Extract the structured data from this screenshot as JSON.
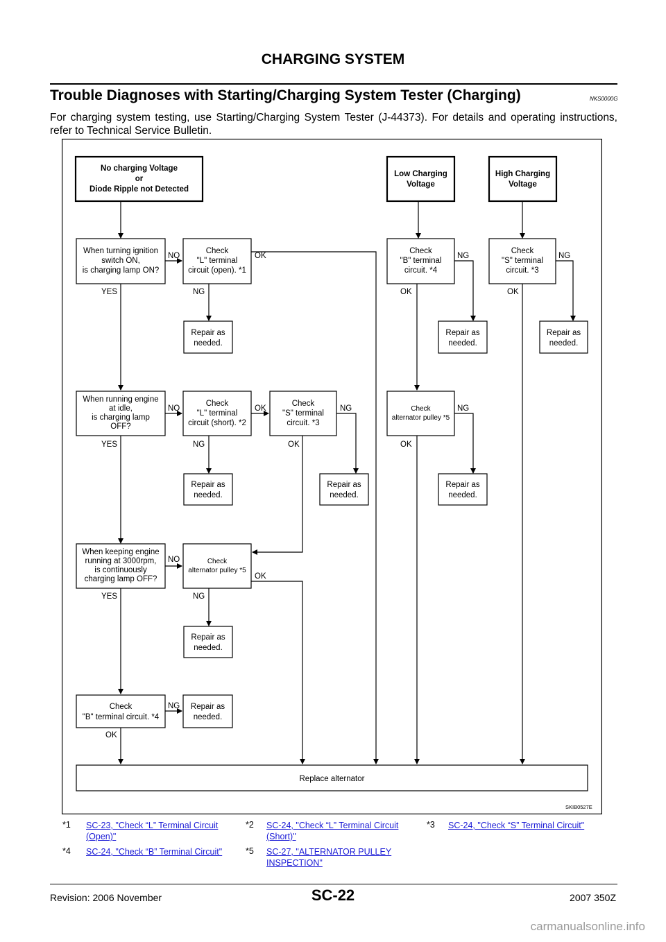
{
  "header": {
    "page_title": "CHARGING SYSTEM"
  },
  "section": {
    "title": "Trouble Diagnoses with Starting/Charging System Tester (Charging)",
    "code": "NKS0000G",
    "intro": "For charging system testing, use Starting/Charging System Tester (J-44373). For details and operating instructions, refer to Technical Service Bulletin."
  },
  "flowchart": {
    "boxes": {
      "start_no_voltage": [
        "No charging Voltage",
        "or",
        "Diode Ripple not Detected"
      ],
      "start_low": [
        "Low Charging",
        "Voltage"
      ],
      "start_high": [
        "High Charging",
        "Voltage"
      ],
      "q1": [
        "When turning ignition",
        "switch ON,",
        "is charging lamp ON?"
      ],
      "check_l_open": [
        "Check",
        "\"L\" terminal",
        "circuit (open). *1"
      ],
      "check_b_low": [
        "Check",
        "\"B\" terminal",
        "circuit. *4"
      ],
      "check_s_high": [
        "Check",
        "\"S\" terminal",
        "circuit. *3"
      ],
      "repair_1": [
        "Repair as",
        "needed."
      ],
      "repair_2": [
        "Repair as",
        "needed."
      ],
      "repair_3": [
        "Repair as",
        "needed."
      ],
      "q2": [
        "When running engine",
        "at idle,",
        "is charging lamp",
        "OFF?"
      ],
      "check_l_short": [
        "Check",
        "\"L\" terminal",
        "circuit (short). *2"
      ],
      "check_s_q2": [
        "Check",
        "\"S\" terminal",
        "circuit. *3"
      ],
      "check_pulley_low": [
        "Check",
        "alternator pulley *5"
      ],
      "repair_4": [
        "Repair as",
        "needed."
      ],
      "repair_5": [
        "Repair as",
        "needed."
      ],
      "repair_6": [
        "Repair as",
        "needed."
      ],
      "q3": [
        "When keeping engine",
        "running at 3000rpm,",
        "is continuously",
        "charging lamp OFF?"
      ],
      "check_pulley_q3": [
        "Check",
        "alternator pulley *5"
      ],
      "repair_7": [
        "Repair as",
        "needed."
      ],
      "check_b_final": [
        "Check",
        "\"B\" terminal circuit. *4"
      ],
      "repair_8": [
        "Repair as",
        "needed."
      ],
      "replace": [
        "Replace alternator"
      ]
    },
    "labels": {
      "yes": "YES",
      "no": "NO",
      "ok": "OK",
      "ng": "NG"
    },
    "figure_id": "SKIB0527E"
  },
  "footnotes": [
    {
      "num": "*1",
      "text": "SC-23, \"Check “L” Terminal Circuit (Open)\""
    },
    {
      "num": "*2",
      "text": "SC-24, \"Check “L” Terminal Circuit (Short)\""
    },
    {
      "num": "*3",
      "text": "SC-24, \"Check “S” Terminal Circuit\""
    },
    {
      "num": "*4",
      "text": "SC-24, \"Check “B” Terminal Circuit\""
    },
    {
      "num": "*5",
      "text": "SC-27, \"ALTERNATOR PULLEY INSPECTION\""
    }
  ],
  "footer": {
    "revision": "Revision: 2006 November",
    "page_number": "SC-22",
    "model": "2007 350Z",
    "watermark": "carmanualsonline.info"
  }
}
